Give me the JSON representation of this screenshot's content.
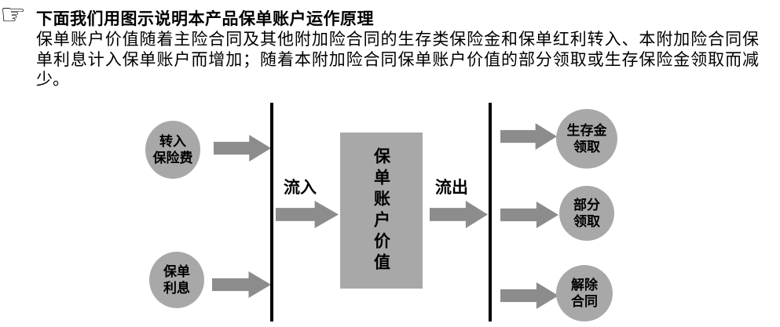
{
  "header": {
    "pointer_icon": "☞",
    "title": "下面我们用图示说明本产品保单账户运作原理",
    "body_lines": [
      "保单账户价值随着主险合同及其他附加险合同的生存类保险金和保单红利转入、本附加险合同保",
      "单利息计入保单账户而增加；随着本附加险合同保单账户价值的部分领取或生存保险金领取而减",
      "少。"
    ]
  },
  "diagram": {
    "colors": {
      "shape_gray": "#a8a8a8",
      "arrow_gray": "#8c8c8c",
      "divider_black": "#000000"
    },
    "sources": [
      {
        "lines": [
          "转入",
          "保险费"
        ]
      },
      {
        "lines": [
          "保单",
          "利息"
        ]
      }
    ],
    "inflow_label": "流入",
    "outflow_label": "流出",
    "account_box": {
      "label": "保单账户价值"
    },
    "outputs": [
      {
        "lines": [
          "生存金",
          "领取"
        ]
      },
      {
        "lines": [
          "部分",
          "领取"
        ]
      },
      {
        "lines": [
          "解除",
          "合同"
        ]
      }
    ]
  }
}
